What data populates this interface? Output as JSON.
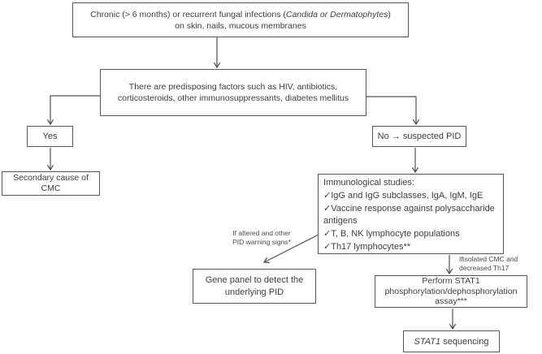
{
  "flowchart": {
    "chronic_box": {
      "line1_prefix": "Chronic (> 6 months) or recurrent fungal infections (",
      "line1_italic": "Candida or Dermatophytes",
      "line1_suffix": ")",
      "line2": "on skin, nails, mucous membranes"
    },
    "predisposing_box": {
      "line1": "There are predisposing factors such as HIV, antibiotics,",
      "line2": "corticosteroids, other immunosuppressants, diabetes mellitus"
    },
    "yes_box": {
      "label": "Yes"
    },
    "no_box": {
      "label": "No → suspected PID"
    },
    "secondary_box": {
      "line1": "Secondary cause of",
      "line2": "CMC"
    },
    "immunology_box": {
      "title": "Immunological studies:",
      "checkmark": "✓",
      "items": [
        "IgG and IgG subclasses, IgA, IgM, IgE",
        "Vaccine response against polysaccharide antigens",
        "T, B, NK lymphocyte populations",
        "Th17 lymphocytes**"
      ]
    },
    "gene_panel_box": {
      "line1": "Gene panel to detect the",
      "line2": "underlying PID"
    },
    "perform_box": {
      "line1": "Perform STAT1",
      "line2": "phosphorylation/dephosphorylation",
      "line3": "assay***"
    },
    "stat1_box": {
      "italic": "STAT1",
      "text": " sequencing"
    },
    "labels": {
      "pid_warning_line1": "If altered and other",
      "pid_warning_line2": "PID warning signs*",
      "isolated_cmc_line1": "Ifisolated CMC  and",
      "isolated_cmc_line2": "decreased Th17"
    }
  }
}
